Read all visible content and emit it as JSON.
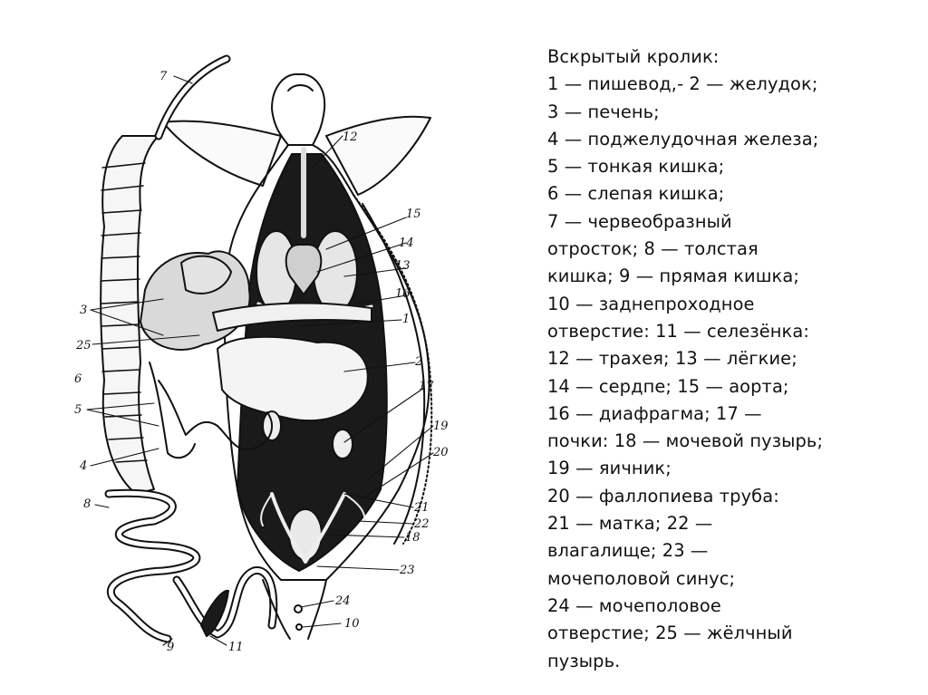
{
  "caption": {
    "lines": [
      "Вскрытый кролик:",
      "1 — пишевод,- 2 — желудок;",
      "3 — печень;",
      "4 — поджелудочная железа;",
      "5 — тонкая кишка;",
      "6 — слепая кишка;",
      "7 — червеобразный",
      "отросток; 8 — толстая",
      "кишка; 9 — прямая кишка;",
      "10 — заднепроходное",
      "отверстие: 11 — селезёнка:",
      "12 — трахея; 13 — лёгкие;",
      "14 — сердпе; 15 — аорта;",
      "16 — диафрагма; 17 —",
      "почки: 18 — мочевой пузырь;",
      "19 — яичник;",
      "20 — фаллопиева труба:",
      "21 — матка; 22 —",
      "влагалище; 23 —",
      "мочеполовой синус;",
      "24 — мочеполовое",
      "отверстие; 25 — жёлчный",
      "пузырь."
    ]
  },
  "figure_labels": {
    "l7": "7",
    "l12": "12",
    "l15": "15",
    "l14": "14",
    "l13": "13",
    "l16": "16",
    "l1": "1",
    "l2": "2",
    "l3": "3",
    "l25": "25",
    "l6": "6",
    "l5": "5",
    "l17": "17",
    "l19": "19",
    "l20": "20",
    "l4": "4",
    "l8": "8",
    "l21": "21",
    "l22": "22",
    "l18": "18",
    "l23": "23",
    "l24": "24",
    "l10": "10",
    "l9": "9",
    "l11": "11"
  }
}
